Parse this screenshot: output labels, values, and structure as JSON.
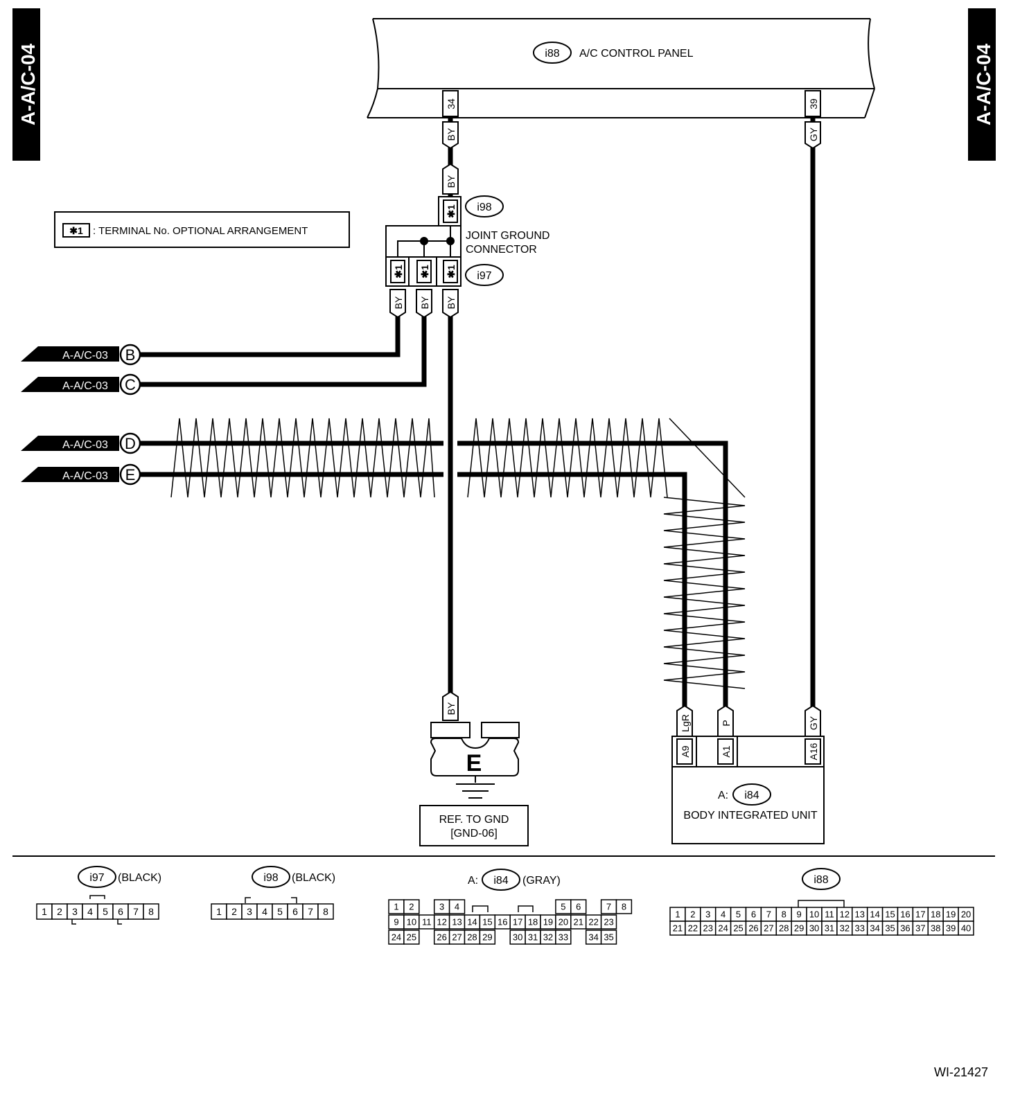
{
  "page_code": "A-A/C-04",
  "figure_id": "WI-21427",
  "legend": {
    "symbol": "✱1",
    "text": ": TERMINAL No. OPTIONAL ARRANGEMENT"
  },
  "components": {
    "i88": {
      "id": "i88",
      "name": "A/C CONTROL PANEL"
    },
    "i98": {
      "id": "i98"
    },
    "joint": {
      "name_line1": "JOINT GROUND",
      "name_line2": "CONNECTOR"
    },
    "i97": {
      "id": "i97"
    },
    "i84": {
      "prefix": "A:",
      "id": "i84",
      "name": "BODY INTEGRATED UNIT"
    },
    "ground": {
      "letter": "E",
      "line1": "REF. TO GND",
      "line2": "[GND-06]"
    }
  },
  "terminals": {
    "i88_34": "34",
    "i88_39": "39",
    "star1": "✱1",
    "i84_a9": "A9",
    "i84_a1": "A1",
    "i84_a16": "A16"
  },
  "wires": {
    "by": "BY",
    "gy": "GY",
    "lgr": "LgR",
    "p": "P"
  },
  "refs": [
    {
      "page": "A-A/C-03",
      "letter": "B"
    },
    {
      "page": "A-A/C-03",
      "letter": "C"
    },
    {
      "page": "A-A/C-03",
      "letter": "D"
    },
    {
      "page": "A-A/C-03",
      "letter": "E"
    }
  ],
  "connector_views": {
    "i97": {
      "id": "i97",
      "color": "(BLACK)",
      "pins": [
        "1",
        "2",
        "3",
        "4",
        "5",
        "6",
        "7",
        "8"
      ]
    },
    "i98": {
      "id": "i98",
      "color": "(BLACK)",
      "pins": [
        "1",
        "2",
        "3",
        "4",
        "5",
        "6",
        "7",
        "8"
      ]
    },
    "i84": {
      "prefix": "A:",
      "id": "i84",
      "color": "(GRAY)",
      "rows": [
        [
          "1",
          "2",
          "",
          "3",
          "4",
          "",
          "",
          "",
          "",
          "",
          "",
          "5",
          "6",
          "",
          "7",
          "8"
        ],
        [
          "9",
          "10",
          "11",
          "12",
          "13",
          "14",
          "15",
          "16",
          "17",
          "18",
          "19",
          "20",
          "21",
          "22",
          "23"
        ],
        [
          "24",
          "25",
          "",
          "26",
          "27",
          "28",
          "29",
          "",
          "30",
          "31",
          "32",
          "33",
          "",
          "34",
          "35"
        ]
      ]
    },
    "i88": {
      "id": "i88",
      "row1": [
        "1",
        "2",
        "3",
        "4",
        "5",
        "6",
        "7",
        "8",
        "9",
        "10",
        "11",
        "12",
        "13",
        "14",
        "15",
        "16",
        "17",
        "18",
        "19",
        "20"
      ],
      "row2": [
        "21",
        "22",
        "23",
        "24",
        "25",
        "26",
        "27",
        "28",
        "29",
        "30",
        "31",
        "32",
        "33",
        "34",
        "35",
        "36",
        "37",
        "38",
        "39",
        "40"
      ]
    }
  }
}
